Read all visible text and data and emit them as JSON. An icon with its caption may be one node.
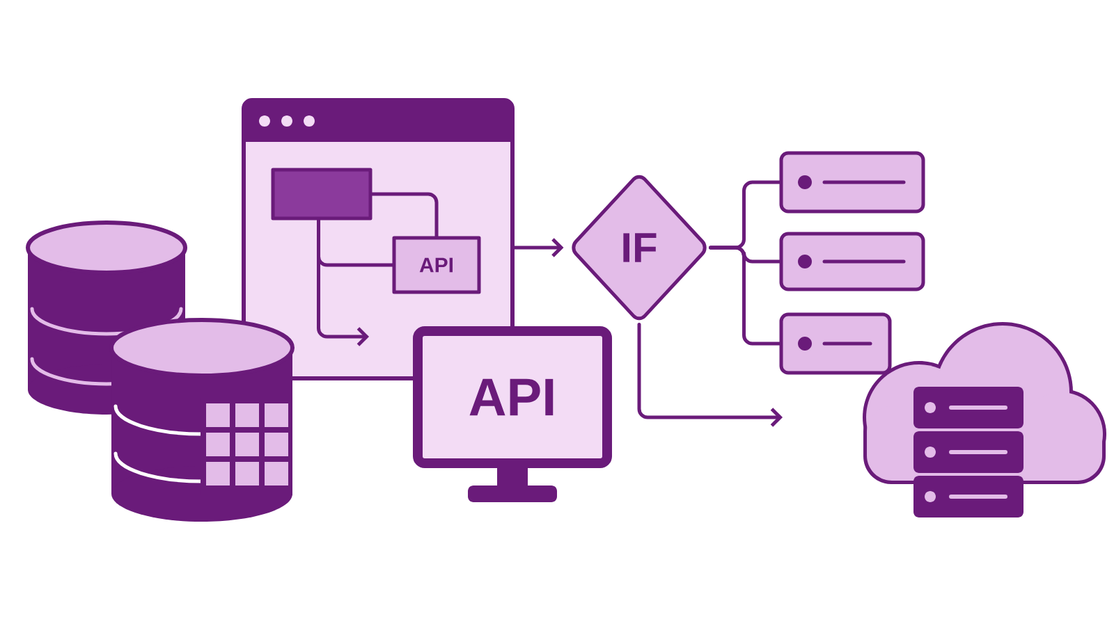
{
  "diagram": {
    "nodes": [
      {
        "text": [],
        "shape": "box"
      },
      {
        "text": [],
        "shape": "box",
        "in": 0
      },
      {
        "text": [
          "API"
        ],
        "in": 0
      },
      {
        "text": [
          "API"
        ]
      },
      {
        "text": [
          "IF"
        ]
      },
      {
        "text": [],
        "shape": "box"
      },
      {
        "text": [],
        "shape": "box"
      },
      {
        "text": [],
        "shape": "box"
      }
    ],
    "edges": [
      {
        "from": 1,
        "to": 2,
        "arrow": "none"
      },
      {
        "from": 1,
        "to": 2,
        "arrow": "none"
      },
      {
        "from": 1,
        "to": null,
        "arrow": "to"
      },
      {
        "from": 0,
        "to": 4,
        "arrow": "to"
      },
      {
        "from": 4,
        "to": 5,
        "arrow": "none"
      },
      {
        "from": 4,
        "to": 6,
        "arrow": "none"
      },
      {
        "from": 4,
        "to": 7,
        "arrow": "none"
      },
      {
        "from": 4,
        "to": null,
        "arrow": "to"
      }
    ]
  }
}
